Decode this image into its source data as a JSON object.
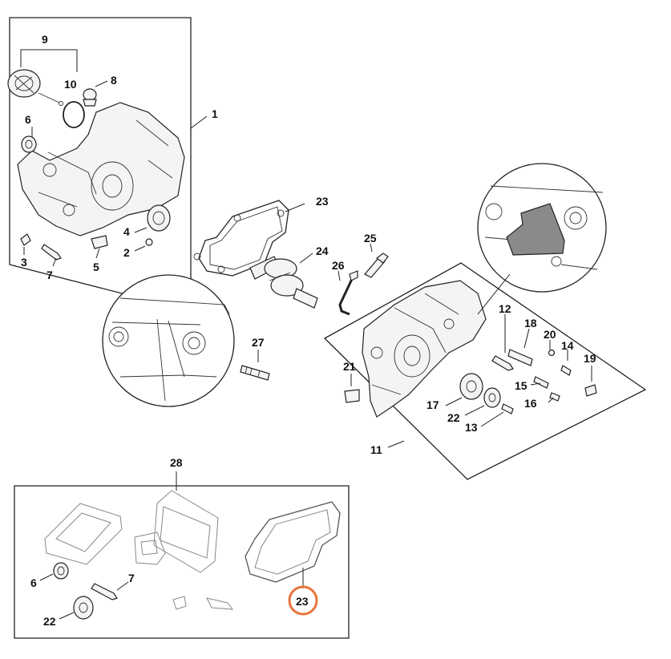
{
  "colors": {
    "highlight": "#e8743b",
    "line": "#222222",
    "inset_fill": "#8a8a8a"
  },
  "callouts": [
    {
      "id": "c1",
      "label": "1"
    },
    {
      "id": "c2",
      "label": "2"
    },
    {
      "id": "c3",
      "label": "3"
    },
    {
      "id": "c4",
      "label": "4"
    },
    {
      "id": "c5",
      "label": "5"
    },
    {
      "id": "c6",
      "label": "6"
    },
    {
      "id": "c7",
      "label": "7"
    },
    {
      "id": "c8",
      "label": "8"
    },
    {
      "id": "c9",
      "label": "9"
    },
    {
      "id": "c10",
      "label": "10"
    },
    {
      "id": "c11",
      "label": "11"
    },
    {
      "id": "c12",
      "label": "12"
    },
    {
      "id": "c13",
      "label": "13"
    },
    {
      "id": "c14",
      "label": "14"
    },
    {
      "id": "c15",
      "label": "15"
    },
    {
      "id": "c16",
      "label": "16"
    },
    {
      "id": "c17",
      "label": "17"
    },
    {
      "id": "c18",
      "label": "18"
    },
    {
      "id": "c19",
      "label": "19"
    },
    {
      "id": "c20",
      "label": "20"
    },
    {
      "id": "c21",
      "label": "21"
    },
    {
      "id": "c22",
      "label": "22"
    },
    {
      "id": "c23",
      "label": "23"
    },
    {
      "id": "c24",
      "label": "24"
    },
    {
      "id": "c25",
      "label": "25"
    },
    {
      "id": "c26",
      "label": "26"
    },
    {
      "id": "c27",
      "label": "27"
    },
    {
      "id": "c28",
      "label": "28"
    },
    {
      "id": "c6b",
      "label": "6"
    },
    {
      "id": "c7b",
      "label": "7"
    },
    {
      "id": "c22b",
      "label": "22"
    },
    {
      "id": "c23b",
      "label": "23",
      "highlighted": true
    }
  ]
}
